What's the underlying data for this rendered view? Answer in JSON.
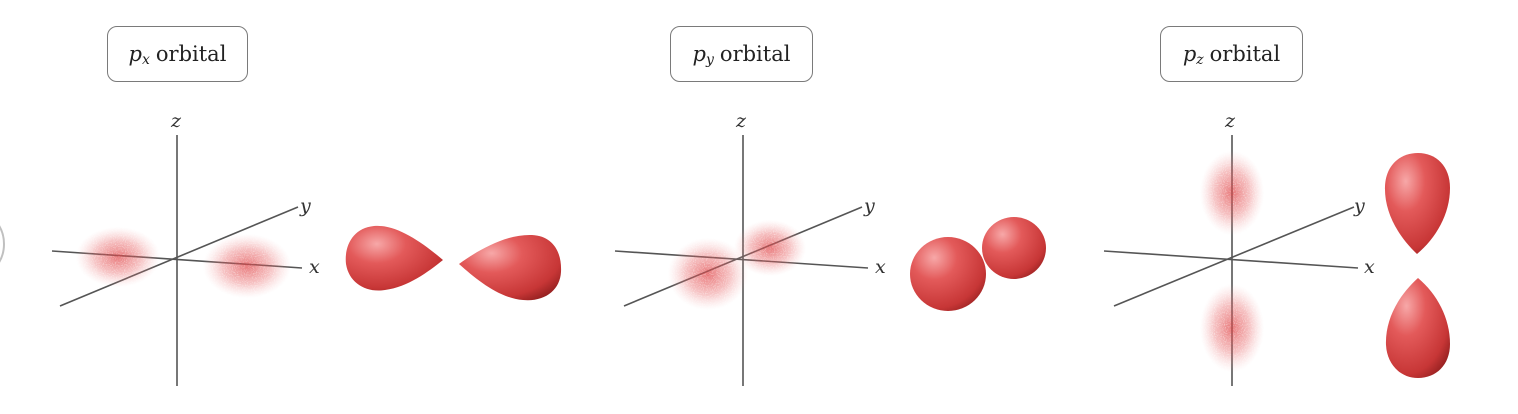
{
  "colors": {
    "lobe": "#d64545",
    "lobe_highlight": "#f5a0a0",
    "lobe_shadow": "#8f1d1d",
    "cloud": "#e0484a",
    "axis": "#555555"
  },
  "panels": [
    {
      "id": "px",
      "label": {
        "symbol": "p",
        "subscript": "x",
        "suffix": "orbital"
      },
      "axes": {
        "x": "x",
        "y": "y",
        "z": "z"
      }
    },
    {
      "id": "py",
      "label": {
        "symbol": "p",
        "subscript": "y",
        "suffix": "orbital"
      },
      "axes": {
        "x": "x",
        "y": "y",
        "z": "z"
      }
    },
    {
      "id": "pz",
      "label": {
        "symbol": "p",
        "subscript": "z",
        "suffix": "orbital"
      },
      "axes": {
        "x": "x",
        "y": "y",
        "z": "z"
      }
    }
  ]
}
